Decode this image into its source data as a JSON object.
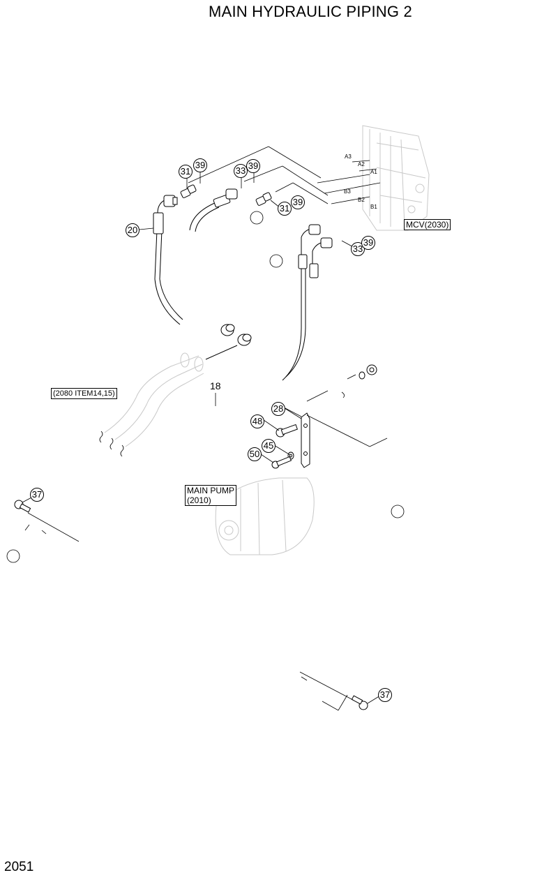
{
  "title": "MAIN HYDRAULIC PIPING 2",
  "page_number": "2051",
  "reference_boxes": {
    "mcv": "MCV(2030)",
    "main_pump_line1": "MAIN PUMP",
    "main_pump_line2": "(2010)",
    "hose_ref": "(2080 ITEM14,15)"
  },
  "port_labels": {
    "a3": "A3",
    "a2": "A2",
    "a1": "A1",
    "b3": "B3",
    "b2": "B2",
    "b1": "B1"
  },
  "callouts": {
    "c31a": "31",
    "c39a": "39",
    "c33a": "33",
    "c39b": "39",
    "c31b": "31",
    "c39c": "39",
    "c20": "20",
    "c33b": "33",
    "c39d": "39",
    "c18": "18",
    "c28": "28",
    "c48": "48",
    "c45": "45",
    "c50": "50",
    "c37a": "37",
    "c37b": "37"
  }
}
